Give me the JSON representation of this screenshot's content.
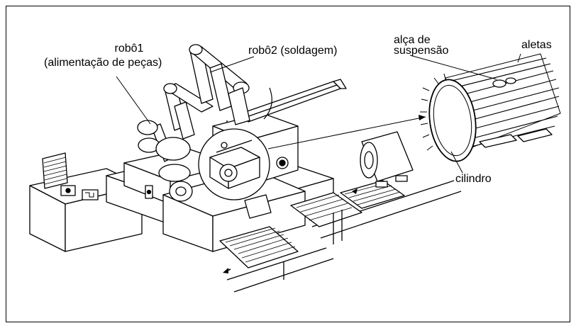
{
  "labels": {
    "robot1_line1": "robô1",
    "robot1_line2": "(alimentação de peças)",
    "robot2": "robô2 (soldagem)",
    "handle_line1": "alça de",
    "handle_line2": "suspensão",
    "fins": "aletas",
    "cylinder": "cilindro"
  },
  "colors": {
    "ink": "#000000",
    "paper": "#ffffff"
  }
}
